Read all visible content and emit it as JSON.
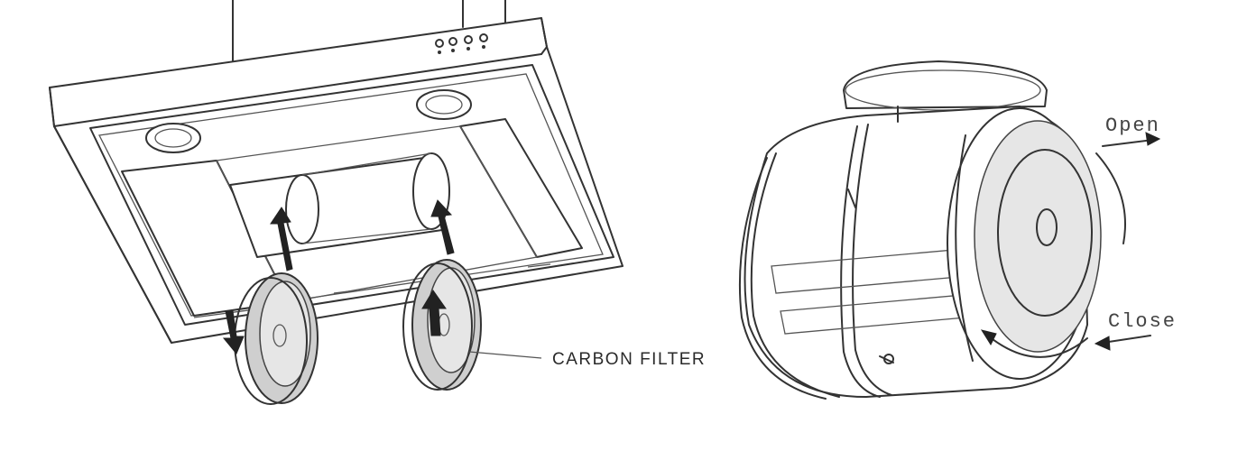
{
  "labels": {
    "carbon_filter": "CARBON FILTER",
    "open": "Open",
    "close": "Close"
  },
  "colors": {
    "line": "#333333",
    "filter_fill": "#cfcfcf",
    "background": "#ffffff"
  }
}
